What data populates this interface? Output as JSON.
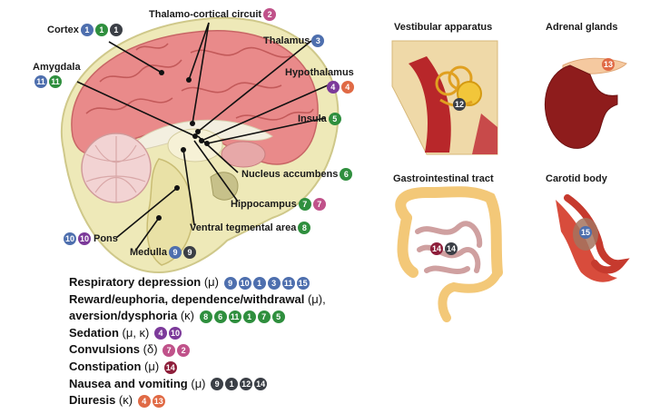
{
  "colors": {
    "blue": "#4e6fae",
    "green": "#2f8f3e",
    "dark": "#3b3f46",
    "purple": "#7c3a9a",
    "pink": "#c0528a",
    "maroon": "#8e1f3b",
    "orange": "#e06a45"
  },
  "brain_labels": [
    {
      "id": "cortex",
      "text": "Cortex",
      "badges": [
        {
          "n": "1",
          "c": "blue"
        },
        {
          "n": "1",
          "c": "green"
        },
        {
          "n": "1",
          "c": "dark"
        }
      ]
    },
    {
      "id": "thalamo-cortical",
      "text": "Thalamo-cortical circuit",
      "badges": [
        {
          "n": "2",
          "c": "pink"
        }
      ]
    },
    {
      "id": "thalamus",
      "text": "Thalamus",
      "badges": [
        {
          "n": "3",
          "c": "blue"
        }
      ]
    },
    {
      "id": "amygdala",
      "text": "Amygdala",
      "badges": [
        {
          "n": "11",
          "c": "blue"
        },
        {
          "n": "11",
          "c": "green"
        }
      ]
    },
    {
      "id": "hypothalamus",
      "text": "Hypothalamus",
      "badges": [
        {
          "n": "4",
          "c": "purple"
        },
        {
          "n": "4",
          "c": "orange"
        }
      ]
    },
    {
      "id": "insula",
      "text": "Insula",
      "badges": [
        {
          "n": "5",
          "c": "green"
        }
      ]
    },
    {
      "id": "nucleus-accumbens",
      "text": "Nucleus accumbens",
      "badges": [
        {
          "n": "6",
          "c": "green"
        }
      ]
    },
    {
      "id": "hippocampus",
      "text": "Hippocampus",
      "badges": [
        {
          "n": "7",
          "c": "green"
        },
        {
          "n": "7",
          "c": "pink"
        }
      ]
    },
    {
      "id": "vta",
      "text": "Ventral tegmental area",
      "badges": [
        {
          "n": "8",
          "c": "green"
        }
      ]
    },
    {
      "id": "pons",
      "text": "Pons",
      "badges": [
        {
          "n": "10",
          "c": "blue"
        },
        {
          "n": "10",
          "c": "purple"
        }
      ]
    },
    {
      "id": "medulla",
      "text": "Medulla",
      "badges": [
        {
          "n": "9",
          "c": "blue"
        },
        {
          "n": "9",
          "c": "dark"
        }
      ]
    }
  ],
  "panels": [
    {
      "id": "vestibular",
      "title": "Vestibular apparatus",
      "badge": {
        "n": "12",
        "c": "dark"
      }
    },
    {
      "id": "adrenal",
      "title": "Adrenal glands",
      "badge": {
        "n": "13",
        "c": "orange"
      }
    },
    {
      "id": "gi",
      "title": "Gastrointestinal tract",
      "badges": [
        {
          "n": "14",
          "c": "maroon"
        },
        {
          "n": "14",
          "c": "dark"
        }
      ]
    },
    {
      "id": "carotid",
      "title": "Carotid body",
      "badge": {
        "n": "15",
        "c": "blue"
      }
    }
  ],
  "effects": [
    {
      "name": "Respiratory depression",
      "rec": "(μ)",
      "badges": [
        {
          "n": "9",
          "c": "blue"
        },
        {
          "n": "10",
          "c": "blue"
        },
        {
          "n": "1",
          "c": "blue"
        },
        {
          "n": "3",
          "c": "blue"
        },
        {
          "n": "11",
          "c": "blue"
        },
        {
          "n": "15",
          "c": "blue"
        }
      ]
    },
    {
      "name": "Reward/euphoria, dependence/withdrawal",
      "rec": "(μ),",
      "badges": []
    },
    {
      "name": "aversion/dysphoria",
      "rec": "(κ)",
      "badges": [
        {
          "n": "8",
          "c": "green"
        },
        {
          "n": "6",
          "c": "green"
        },
        {
          "n": "11",
          "c": "green"
        },
        {
          "n": "1",
          "c": "green"
        },
        {
          "n": "7",
          "c": "green"
        },
        {
          "n": "5",
          "c": "green"
        }
      ]
    },
    {
      "name": "Sedation",
      "rec": "(μ, κ)",
      "badges": [
        {
          "n": "4",
          "c": "purple"
        },
        {
          "n": "10",
          "c": "purple"
        }
      ]
    },
    {
      "name": "Convulsions",
      "rec": "(δ)",
      "badges": [
        {
          "n": "7",
          "c": "pink"
        },
        {
          "n": "2",
          "c": "pink"
        }
      ]
    },
    {
      "name": "Constipation",
      "rec": "(μ)",
      "badges": [
        {
          "n": "14",
          "c": "maroon"
        }
      ]
    },
    {
      "name": "Nausea and vomiting",
      "rec": "(μ)",
      "badges": [
        {
          "n": "9",
          "c": "dark"
        },
        {
          "n": "1",
          "c": "dark"
        },
        {
          "n": "12",
          "c": "dark"
        },
        {
          "n": "14",
          "c": "dark"
        }
      ]
    },
    {
      "name": "Diuresis",
      "rec": "(κ)",
      "badges": [
        {
          "n": "4",
          "c": "orange"
        },
        {
          "n": "13",
          "c": "orange"
        }
      ]
    }
  ]
}
